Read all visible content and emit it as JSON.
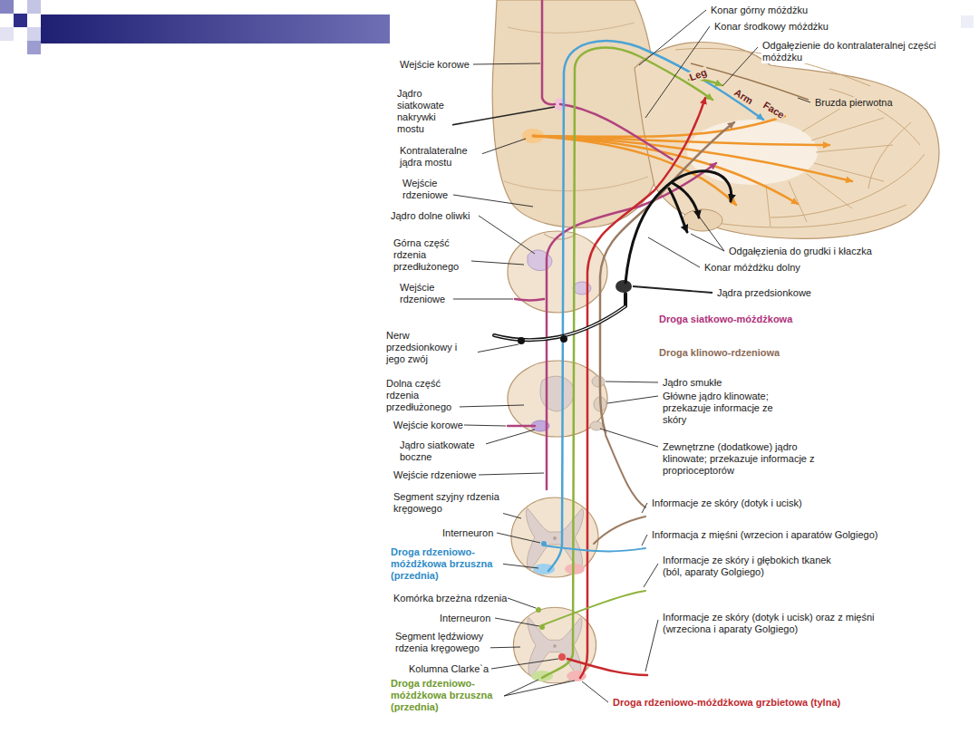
{
  "diagram": {
    "labels": [
      "Konar górny móżdżku",
      "Konar środkowy móżdżku",
      "Odgałęzienie do kontralateralnej części móżdżku",
      "Leg",
      "Arm",
      "Face",
      "Bruzda pierwotna",
      "Wejście korowe",
      "Jądro siatkowate nakrywki mostu",
      "Kontralateralne jądra mostu",
      "Wejście rdzeniowe",
      "Jądro dolne oliwki",
      "Górna część rdzenia przedłużonego",
      "Wejście rdzeniowe",
      "Nerw przedsionkowy i jego zwój",
      "Dolna część rdzenia przedłużonego",
      "Wejście korowe",
      "Jądro siatkowate boczne",
      "Wejście rdzeniowe",
      "Segment szyjny rdzenia kręgowego",
      "Interneuron",
      "Droga rdzeniowo-móżdżkowa brzuszna (przednia)",
      "Komórka brzeżna rdzenia",
      "Interneuron",
      "Segment lędźwiowy rdzenia kręgowego",
      "Kolumna Clarke`a",
      "Droga rdzeniowo-móżdżkowa brzuszna (przednia)",
      "Odgałęzienia do grudki i kłaczka",
      "Konar móżdżku dolny",
      "Jądra przedsionkowe",
      "Droga siatkowo-móżdżkowa",
      "Droga klinowo-rdzeniowa",
      "Jądro smukłe",
      "Główne jądro klinowate; przekazuje informacje ze skóry",
      "Zewnętrzne (dodatkowe) jądro klinowate; przekazuje informacje z proprioceptorów",
      "Informacje ze skóry (dotyk i ucisk)",
      "Informacja z mięśni (wrzecion i aparatów Golgiego)",
      "Informacje ze skóry i głębokich tkanek (ból, aparaty Golgiego)",
      "Informacje ze skóry (dotyk i ucisk) oraz z mięśni (wrzeciona i aparaty Golgiego)",
      "Droga rdzeniowo-móżdżkowa grzbietowa (tylna)"
    ]
  }
}
